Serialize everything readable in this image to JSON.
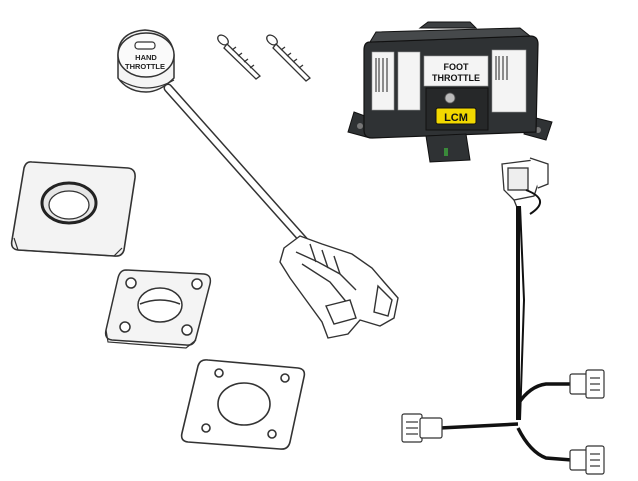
{
  "hand_throttle": {
    "label_line1": "HAND",
    "label_line2": "THROTTLE"
  },
  "lcm_module": {
    "label_line1": "FOOT",
    "label_line2": "THROTTLE",
    "badge_text": "LCM",
    "badge_color": "#f2d800",
    "housing_color": "#2f3234"
  },
  "parts": [
    "hand-throttle-knob",
    "mounting-screw",
    "mounting-screw",
    "throttle-cable",
    "throttle-cable-connector",
    "square-bezel",
    "mounting-bracket",
    "mounting-gasket",
    "lcm-module",
    "wiring-harness"
  ]
}
